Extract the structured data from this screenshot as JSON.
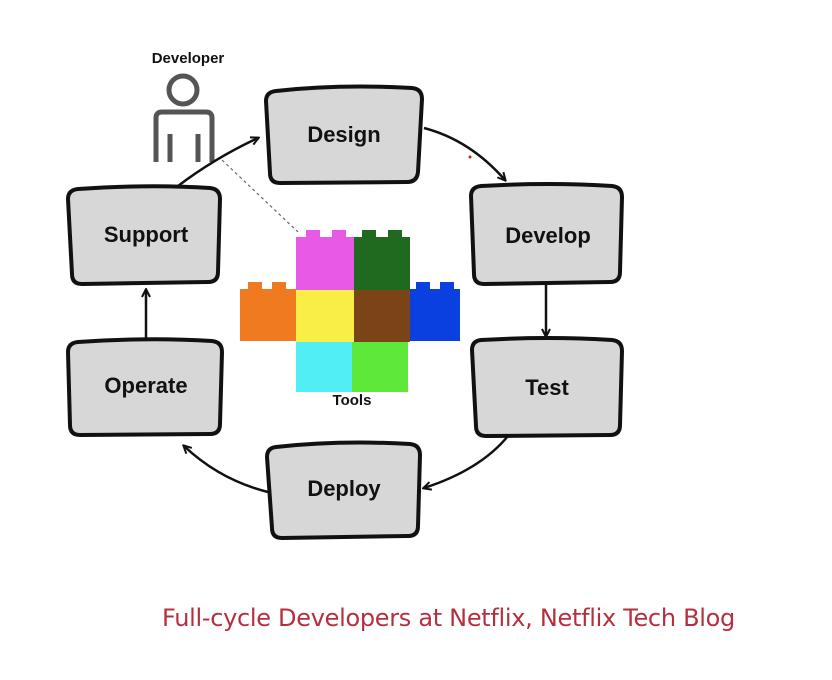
{
  "diagram": {
    "developer_label": "Developer",
    "tools_label": "Tools",
    "stages": [
      {
        "id": "design",
        "label": "Design"
      },
      {
        "id": "develop",
        "label": "Develop"
      },
      {
        "id": "test",
        "label": "Test"
      },
      {
        "id": "deploy",
        "label": "Deploy"
      },
      {
        "id": "operate",
        "label": "Operate"
      },
      {
        "id": "support",
        "label": "Support"
      }
    ],
    "tool_block_colors": [
      "#e85ae6",
      "#1f6a1f",
      "#f07a20",
      "#f8ee46",
      "#7a4416",
      "#0a3fe0",
      "#52eef6",
      "#5ee83a"
    ]
  },
  "caption": "Full-cycle Developers at Netflix, Netflix Tech Blog"
}
